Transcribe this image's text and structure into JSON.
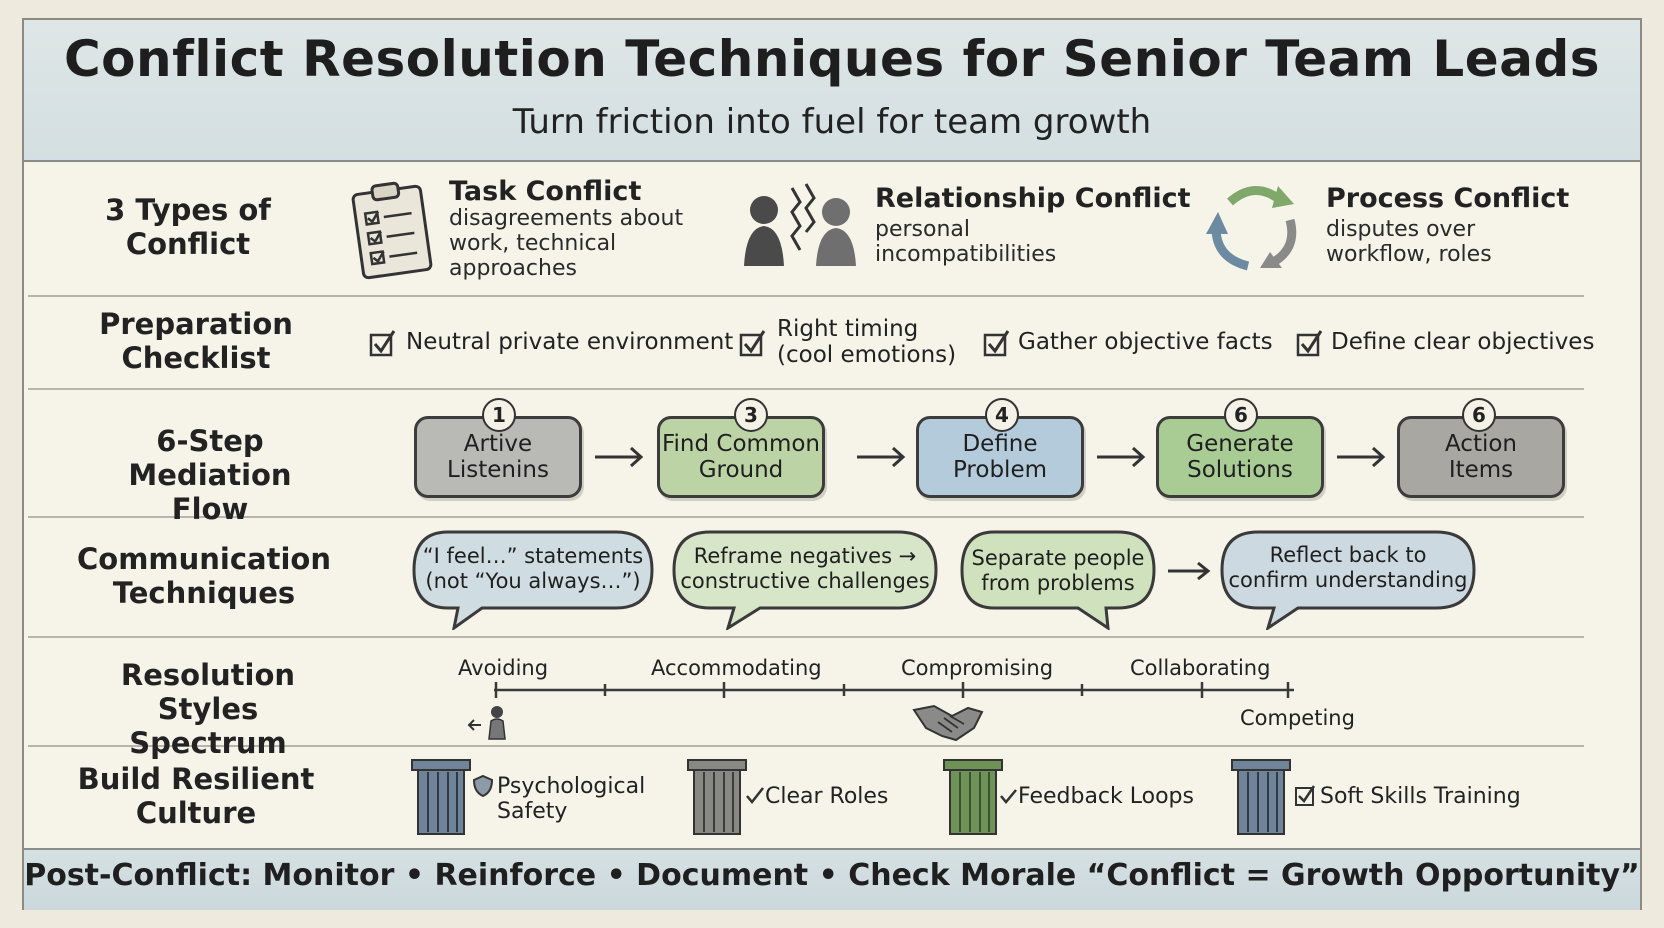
{
  "header": {
    "title": "Conflict Resolution Techniques for Senior Team Leads",
    "subtitle": "Turn friction into fuel for team growth"
  },
  "sections": {
    "types": {
      "label_line1": "3 Types of",
      "label_line2": "Conflict",
      "items": [
        {
          "title": "Task Conflict",
          "desc": [
            "disagreements about",
            "work, technical",
            "approaches"
          ],
          "icon": "clipboard-icon"
        },
        {
          "title": "Relationship Conflict",
          "desc": [
            "personal",
            "incompatibilities"
          ],
          "icon": "people-icon"
        },
        {
          "title": "Process Conflict",
          "desc": [
            "disputes over",
            "workflow, roles"
          ],
          "icon": "cycle-icon"
        }
      ]
    },
    "preparation": {
      "label_line1": "Preparation",
      "label_line2": "Checklist",
      "items": [
        {
          "lines": [
            "Neutral private environment"
          ]
        },
        {
          "lines": [
            "Right timing",
            "(cool emotions)"
          ]
        },
        {
          "lines": [
            "Gather objective facts"
          ]
        },
        {
          "lines": [
            "Define clear objectives"
          ]
        }
      ]
    },
    "mediation": {
      "label_line1": "6-Step Mediation",
      "label_line2": "Flow",
      "steps": [
        {
          "num": "1",
          "lines": [
            "Artive",
            "Listenins"
          ],
          "color": "#b9b9b6"
        },
        {
          "num": "3",
          "lines": [
            "Find Common",
            "Ground"
          ],
          "color": "#bcd3a6"
        },
        {
          "num": "4",
          "lines": [
            "Define",
            "Problem"
          ],
          "color": "#b4cbdc"
        },
        {
          "num": "6",
          "lines": [
            "Generate",
            "Solutions"
          ],
          "color": "#a9cc95"
        },
        {
          "num": "6",
          "lines": [
            "Action",
            "Items"
          ],
          "color": "#a9a7a1"
        }
      ]
    },
    "communication": {
      "label_line1": "Communication",
      "label_line2": "Techniques",
      "bubbles": [
        {
          "lines": [
            "“I feel…” statements",
            "(not “You always…”)"
          ],
          "color": "#cfdde3"
        },
        {
          "lines": [
            "Reframe negatives →",
            "constructive challenges"
          ],
          "color": "#d7e6c8"
        },
        {
          "lines": [
            "Separate people",
            "from problems"
          ],
          "color": "#cfe2bd"
        },
        {
          "lines": [
            "Reflect back to",
            "confirm understanding"
          ],
          "color": "#cdd9e0"
        }
      ]
    },
    "spectrum": {
      "label_line1": "Resolution Styles",
      "label_line2": "Spectrum",
      "styles": [
        "Avoiding",
        "Accommodating",
        "Compromising",
        "Collaborating",
        "Competing"
      ]
    },
    "culture": {
      "label_line1": "Build Resilient",
      "label_line2": "Culture",
      "pillars": [
        {
          "lines": [
            "Psychological",
            "Safety"
          ],
          "mark": "🛡",
          "color": "#6f8399"
        },
        {
          "lines": [
            "Clear Roles"
          ],
          "mark": "✓",
          "color": "#888884"
        },
        {
          "lines": [
            "Feedback Loops"
          ],
          "mark": "✓",
          "color": "#6f9257"
        },
        {
          "lines": [
            "Soft Skills Training"
          ],
          "mark": "☑",
          "color": "#6f8399"
        }
      ]
    }
  },
  "footer": {
    "text": "Post-Conflict: Monitor • Reinforce • Document • Check Morale “Conflict = Growth Opportunity”"
  }
}
